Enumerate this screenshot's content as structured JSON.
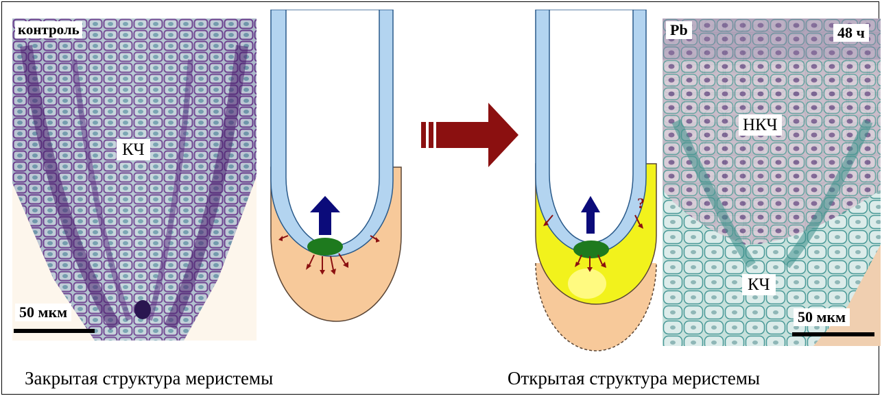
{
  "left_panel": {
    "condition_label": "контроль",
    "zone_label": "КЧ",
    "scale_label": "50 мкм",
    "caption": "Закрытая структура меристемы"
  },
  "right_panel": {
    "condition_label": "Pb",
    "time_label": "48 ч",
    "zone_label_upper": "НКЧ",
    "zone_label_lower": "КЧ",
    "scale_label": "50 мкм",
    "caption": "Открытая структура меристемы"
  },
  "diagram_right": {
    "question_mark": "?"
  },
  "colors": {
    "root_cap": "#f7c99a",
    "open_zone": "#f2f21c",
    "meristem_band": "#b3d4f0",
    "quiescent_center": "#1e7a1e",
    "growth_arrow": "#0b0b7a",
    "transition_arrow": "#8b1010",
    "stain_purple": "#8a5aa8",
    "stain_teal": "#4fa6a6"
  }
}
